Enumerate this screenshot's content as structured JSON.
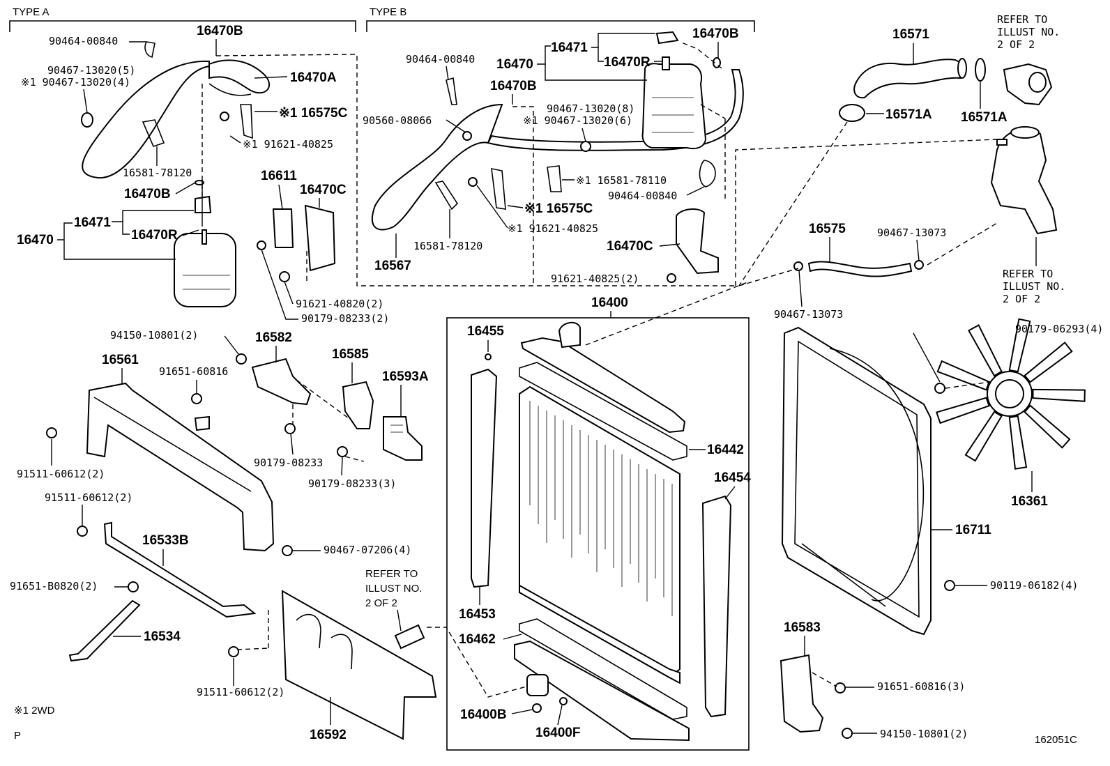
{
  "types": {
    "a": "TYPE A",
    "b": "TYPE B"
  },
  "labels": {
    "a_90464_00840": "90464-00840",
    "a_16470b_top": "16470B",
    "a_90467_13020_5": "90467-13020(5)",
    "a_90467_13020_4": "※1 90467-13020(4)",
    "a_16470a": "16470A",
    "a_16575c": "※1 16575C",
    "a_91621_40825": "※1 91621-40825",
    "a_16581_78120": "16581-78120",
    "a_16470b_low": "16470B",
    "a_16611": "16611",
    "a_16470c": "16470C",
    "a_16471": "16471",
    "a_16470": "16470",
    "a_16470r": "16470R",
    "a_91621_40820": "91621-40820(2)",
    "a_90179_08233": "90179-08233(2)",
    "b_90464_00840": "90464-00840",
    "b_16471": "16471",
    "b_16470": "16470",
    "b_16470b_top": "16470B",
    "b_16470r": "16470R",
    "b_16470b_mid": "16470B",
    "b_90560_08066": "90560-08066",
    "b_90467_13020_8": "90467-13020(8)",
    "b_90467_13020_6": "※1 90467-13020(6)",
    "b_16581_78110": "※1 16581-78110",
    "b_90464_00840_2": "90464-00840",
    "b_16575c": "※1 16575C",
    "b_91621_40825": "※1 91621-40825",
    "b_16581_78120": "16581-78120",
    "b_16567": "16567",
    "b_16470c": "16470C",
    "b_91621_40825_2": "91621-40825(2)",
    "r_16571": "16571",
    "r_refer1": "REFER TO\nILLUST NO.\n2 OF 2",
    "r_16571a_l": "16571A",
    "r_16571a_r": "16571A",
    "r_16575": "16575",
    "r_90467_13073_r": "90467-13073",
    "r_90467_13073_l": "90467-13073",
    "r_refer2": "REFER TO\nILLUST NO.\n2 OF 2",
    "c_16400": "16400",
    "c_16455": "16455",
    "c_16442": "16442",
    "c_16454": "16454",
    "c_16453": "16453",
    "c_16462": "16462",
    "c_16400b": "16400B",
    "c_16400f": "16400F",
    "l_94150_10801": "94150-10801(2)",
    "l_16582": "16582",
    "l_16561": "16561",
    "l_91651_60816": "91651-60816",
    "l_16585": "16585",
    "l_16593a": "16593A",
    "l_91511_60612_a": "91511-60612(2)",
    "l_90179_08233": "90179-08233",
    "l_90179_08233_3": "90179-08233(3)",
    "l_91511_60612_b": "91511-60612(2)",
    "l_16533b": "16533B",
    "l_90467_07206": "90467-07206(4)",
    "l_91651_b0820": "91651-B0820(2)",
    "l_16534": "16534",
    "l_refer3": "REFER TO\nILLUST NO.\n2 OF 2",
    "l_91511_60612_c": "91511-60612(2)",
    "l_16592": "16592",
    "f_90179_06293": "90179-06293(4)",
    "f_16361": "16361",
    "f_16711": "16711",
    "f_90119_06182": "90119-06182(4)",
    "f_16583": "16583",
    "f_91651_60816": "91651-60816(3)",
    "f_94150_10801": "94150-10801(2)"
  },
  "footnote": "※1  2WD",
  "corner_letter": "P",
  "figure_id": "162051C"
}
